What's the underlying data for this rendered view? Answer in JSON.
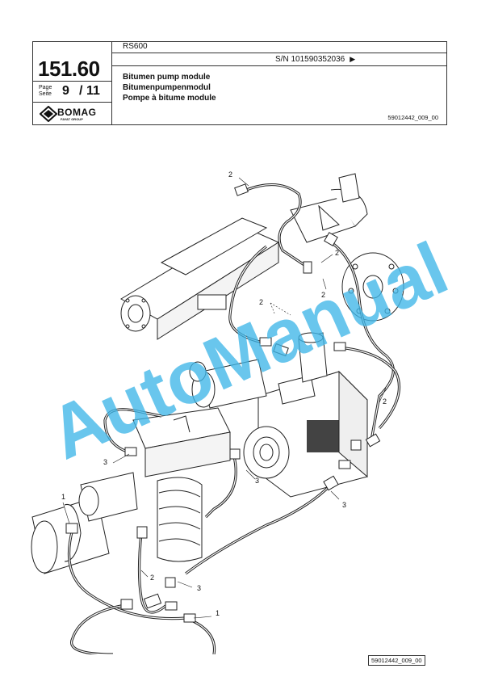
{
  "header": {
    "section_number": "151.60",
    "page_label_1": "Page",
    "page_label_2": "Seite",
    "page_number": "9",
    "page_separator": "/",
    "page_total": "11",
    "model": "RS600",
    "serial": "S/N 101590352036",
    "serial_arrow": "▶",
    "title_en": "Bitumen pump module",
    "title_de": "Bitumenpumpenmodul",
    "title_fr": "Pompe à bitume module",
    "reference": "59012442_009_00"
  },
  "logo": {
    "brand": "BOMAG",
    "sub": "FAYAT GROUP"
  },
  "drawing": {
    "callouts": [
      "2",
      "2",
      "2",
      "2",
      "2",
      "2",
      "2",
      "3",
      "3",
      "3",
      "3",
      "1",
      "1"
    ]
  },
  "watermark": {
    "text": "AutoManual",
    "color": "#3fb6e8"
  },
  "footer": {
    "reference": "59012442_009_00"
  }
}
